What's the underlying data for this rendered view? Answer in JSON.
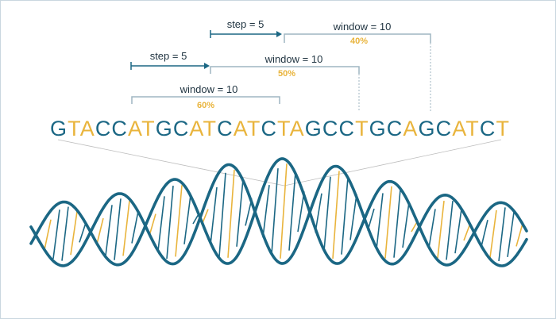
{
  "colors": {
    "dark": "#1b6784",
    "gold": "#e9b43c",
    "bracket": "#9fb6c2",
    "label": "#1f3340",
    "guide": "#bdbdbd"
  },
  "sequence": {
    "bases": [
      "G",
      "T",
      "A",
      "C",
      "C",
      "A",
      "T",
      "G",
      "C",
      "A",
      "T",
      "C",
      "A",
      "T",
      "C",
      "T",
      "A",
      "G",
      "C",
      "C",
      "T",
      "G",
      "C",
      "A",
      "G",
      "C",
      "A",
      "T",
      "C",
      "T"
    ],
    "highlight": [
      false,
      true,
      true,
      false,
      false,
      true,
      true,
      false,
      false,
      true,
      true,
      false,
      true,
      true,
      false,
      true,
      true,
      false,
      false,
      false,
      true,
      false,
      false,
      true,
      false,
      false,
      true,
      true,
      false,
      true
    ]
  },
  "windows": [
    {
      "label": "window = 10",
      "percent": "60%"
    },
    {
      "label": "window = 10",
      "percent": "50%"
    },
    {
      "label": "window = 10",
      "percent": "40%"
    }
  ],
  "steps": [
    {
      "label": "step = 5"
    },
    {
      "label": "step = 5"
    }
  ],
  "helix": {
    "strand_icon": "dna-double-helix-icon"
  }
}
